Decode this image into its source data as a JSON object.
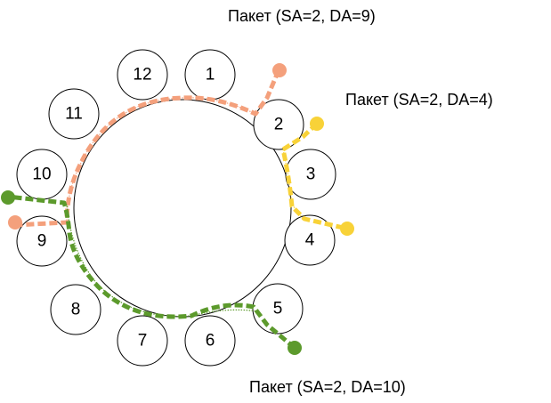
{
  "ring": {
    "nodes": [
      "1",
      "2",
      "3",
      "4",
      "5",
      "6",
      "7",
      "8",
      "9",
      "10",
      "11",
      "12"
    ]
  },
  "packets": [
    {
      "label": "Пакет (SA=2, DA=9)",
      "color": "#F4A07C"
    },
    {
      "label": "Пакет (SA=2, DA=4)",
      "color": "#F8D238"
    },
    {
      "label": "Пакет (SA=2, DA=10)",
      "color": "#5C9A2C"
    }
  ]
}
